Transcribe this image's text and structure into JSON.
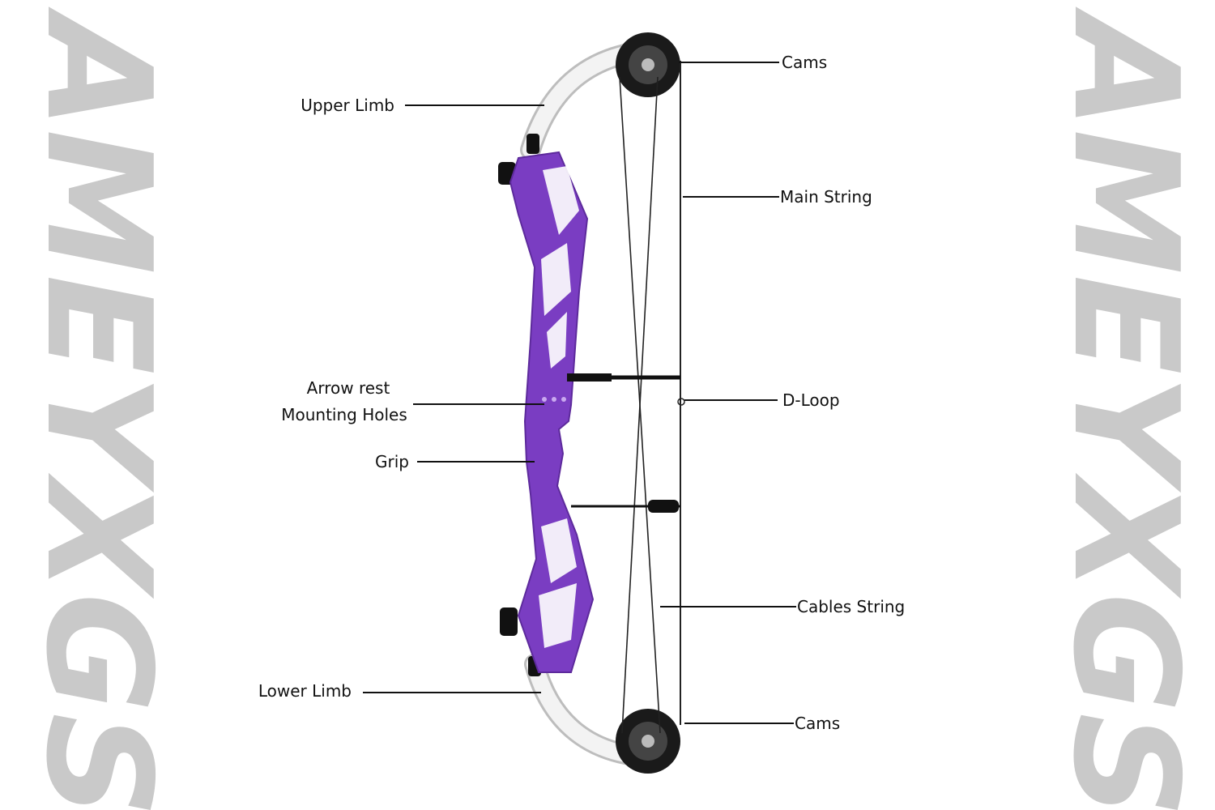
{
  "watermark": {
    "left": "AMEYXGS",
    "right": "AMEYXGS"
  },
  "labels": {
    "cams_top": "Cams",
    "upper_limb": "Upper Limb",
    "main_string": "Main String",
    "arrow_rest_line1": "Arrow rest",
    "arrow_rest_line2": "Mounting Holes",
    "d_loop": "D-Loop",
    "grip": "Grip",
    "cables_string": "Cables String",
    "lower_limb": "Lower Limb",
    "cams_bottom": "Cams"
  },
  "colors": {
    "riser": "#7a3dc2",
    "limb": "#e8e8e8",
    "watermark": "#c9c9c9"
  }
}
